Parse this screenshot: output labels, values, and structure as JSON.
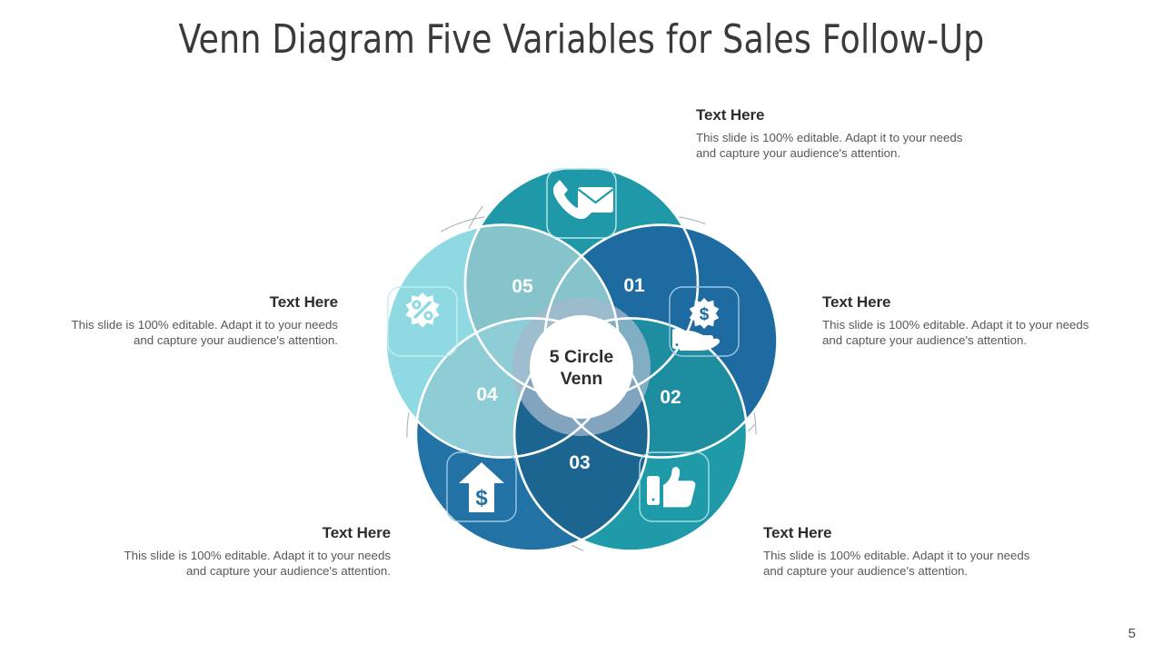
{
  "slide": {
    "title": "Venn Diagram Five Variables for Sales Follow-Up",
    "page_number": "5",
    "background_color": "#ffffff",
    "title_color": "#3a3a3c"
  },
  "center": {
    "line1": "5 Circle",
    "line2": "Venn"
  },
  "body_text": "This slide is 100% editable. Adapt it to your needs and capture your audience's attention.",
  "text_blocks": [
    {
      "id": "tb-1",
      "heading": "Text Here",
      "body": "This slide is 100% editable. Adapt it to your needs and capture your audience's attention.",
      "align": "left",
      "position": "top-right"
    },
    {
      "id": "tb-2",
      "heading": "Text Here",
      "body": "This slide is 100% editable. Adapt it to your needs and capture your audience's attention.",
      "align": "left",
      "position": "middle-right"
    },
    {
      "id": "tb-3",
      "heading": "Text Here",
      "body": "This slide is 100% editable. Adapt it to your needs and capture your audience's attention.",
      "align": "left",
      "position": "bottom-right"
    },
    {
      "id": "tb-4",
      "heading": "Text Here",
      "body": "This slide is 100% editable. Adapt it to your needs and capture your audience's attention.",
      "align": "right",
      "position": "bottom-left"
    },
    {
      "id": "tb-5",
      "heading": "Text Here",
      "body": "This slide is 100% editable. Adapt it to your needs and capture your audience's attention.",
      "align": "right",
      "position": "middle-left"
    }
  ],
  "venn": {
    "segments": [
      {
        "number": "01",
        "label_position": "upper-right-lens",
        "icon": "phone-envelope-icon",
        "circle": "top",
        "color": "#1f99a8"
      },
      {
        "number": "02",
        "label_position": "right-lens",
        "icon": "hand-money-icon",
        "circle": "right",
        "color": "#1d6ba0"
      },
      {
        "number": "03",
        "label_position": "bottom-lens",
        "icon": "thumbs-up-icon",
        "circle": "bottom-right",
        "color": "#1f9aa8"
      },
      {
        "number": "04",
        "label_position": "left-lens",
        "icon": "arrow-up-dollar-icon",
        "circle": "bottom-left",
        "color": "#2272a5"
      },
      {
        "number": "05",
        "label_position": "upper-left-lens",
        "icon": "percent-badge-icon",
        "circle": "left",
        "color": "#8fd9e3"
      }
    ],
    "colors": {
      "top_circle": "#1f99a8",
      "right_circle": "#1d6ba0",
      "bottom_right_circle": "#1f9aa8",
      "bottom_left_circle": "#2272a5",
      "left_circle": "#8fd9e3",
      "center_hub": "#ffffff",
      "outer_arc": "#9aa7ad",
      "divider_stroke": "#ffffff"
    }
  }
}
